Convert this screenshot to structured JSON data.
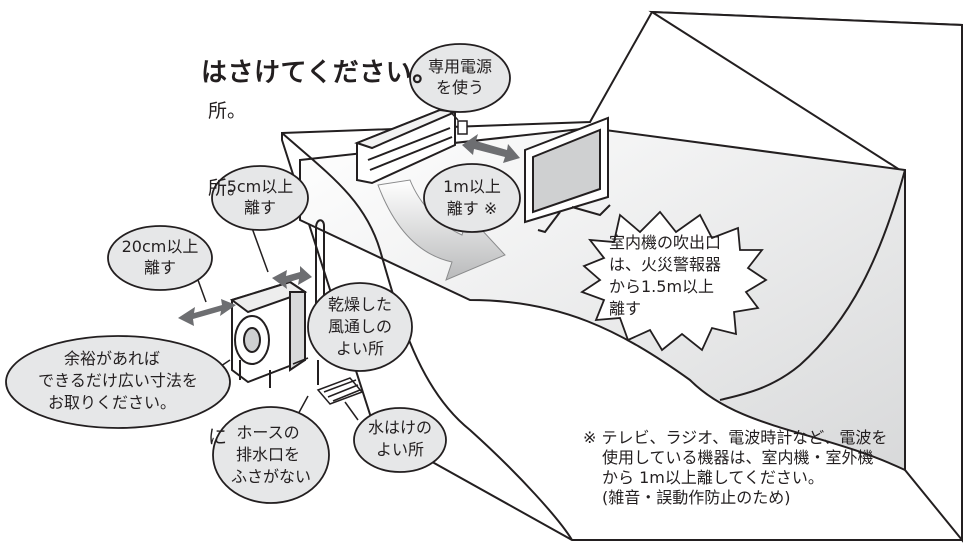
{
  "left_text": {
    "heading": "はさけてください。",
    "line1": "所。",
    "line2": "所。",
    "line3": "に"
  },
  "callouts": {
    "dedicated_power": [
      "専用電源",
      "を使う"
    ],
    "keep_5cm": [
      "5cm以上",
      "離す"
    ],
    "keep_1m": [
      "1m以上",
      "離す ※"
    ],
    "keep_20cm": [
      "20cm以上",
      "離す"
    ],
    "dry_ventilated": [
      "乾燥した",
      "風通しの",
      "よい所"
    ],
    "wide_space": [
      "余裕があれば",
      "できるだけ広い寸法を",
      "お取りください。"
    ],
    "hose_outlet": [
      "ホースの",
      "排水口を",
      "ふさがない"
    ],
    "good_drainage": [
      "水はけの",
      "よい所"
    ],
    "fire_alarm": [
      "室内機の吹出口",
      "は、火災警報器",
      "から1.5m以上",
      "離す"
    ]
  },
  "footnote": [
    "※ テレビ、ラジオ、電波時計など、電波を",
    "使用している機器は、室内機・室外機",
    "から 1m以上離してください。",
    "(雑音・誤動作防止のため)"
  ],
  "colors": {
    "line": "#231f20",
    "bubble_fill": "#e6e7e8",
    "wall_fill": "#ffffff",
    "airflow_fill": "#c9cacb"
  }
}
